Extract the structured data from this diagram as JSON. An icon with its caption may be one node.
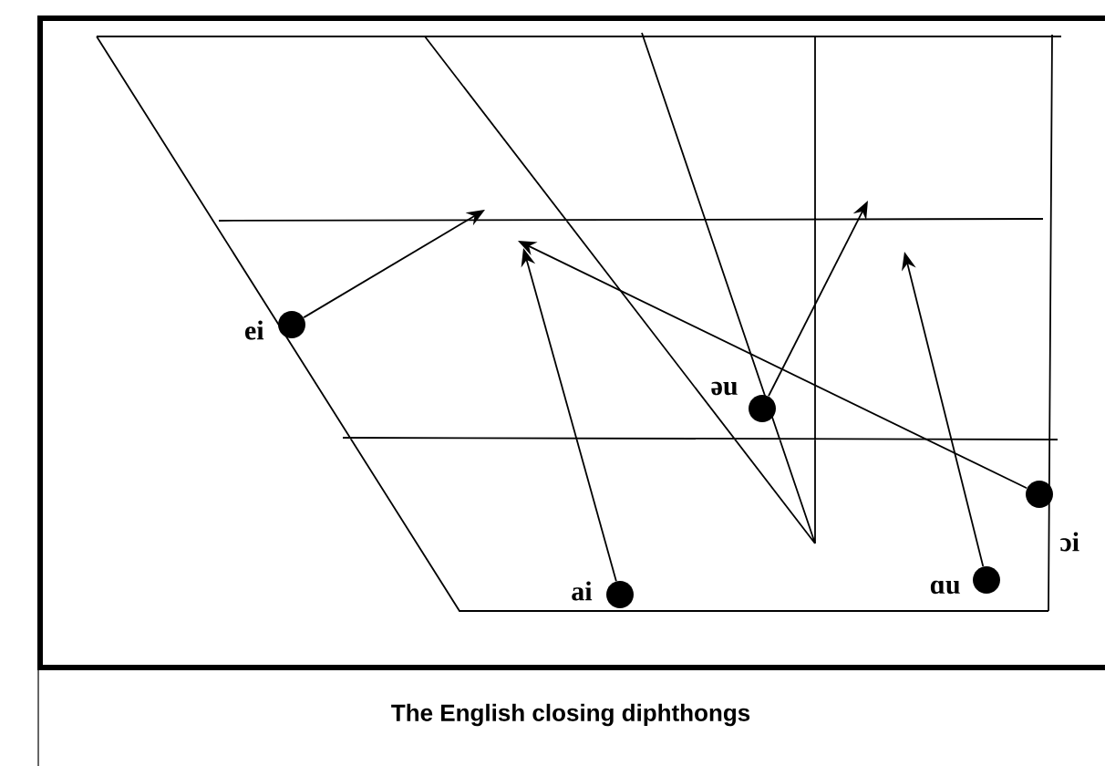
{
  "diagram": {
    "caption": "The English closing diphthongs",
    "nodes": [
      {
        "text": [],
        "shape": "circle",
        "beside": [
          "ei"
        ]
      },
      {
        "text": [],
        "shape": "circle",
        "beside": [
          "əu"
        ]
      },
      {
        "text": [],
        "shape": "circle",
        "beside": [
          "ai"
        ]
      },
      {
        "text": [],
        "shape": "circle",
        "beside": [
          "ɑu"
        ]
      },
      {
        "text": [],
        "shape": "circle",
        "beside": [
          "ɔi"
        ]
      }
    ],
    "edges": [
      {
        "from": 0,
        "to": null,
        "arrow": "to"
      },
      {
        "from": 1,
        "to": null,
        "arrow": "to"
      },
      {
        "from": 2,
        "to": null,
        "arrow": "to"
      },
      {
        "from": 3,
        "to": null,
        "arrow": "to"
      },
      {
        "from": 4,
        "to": null,
        "arrow": "to"
      }
    ]
  }
}
